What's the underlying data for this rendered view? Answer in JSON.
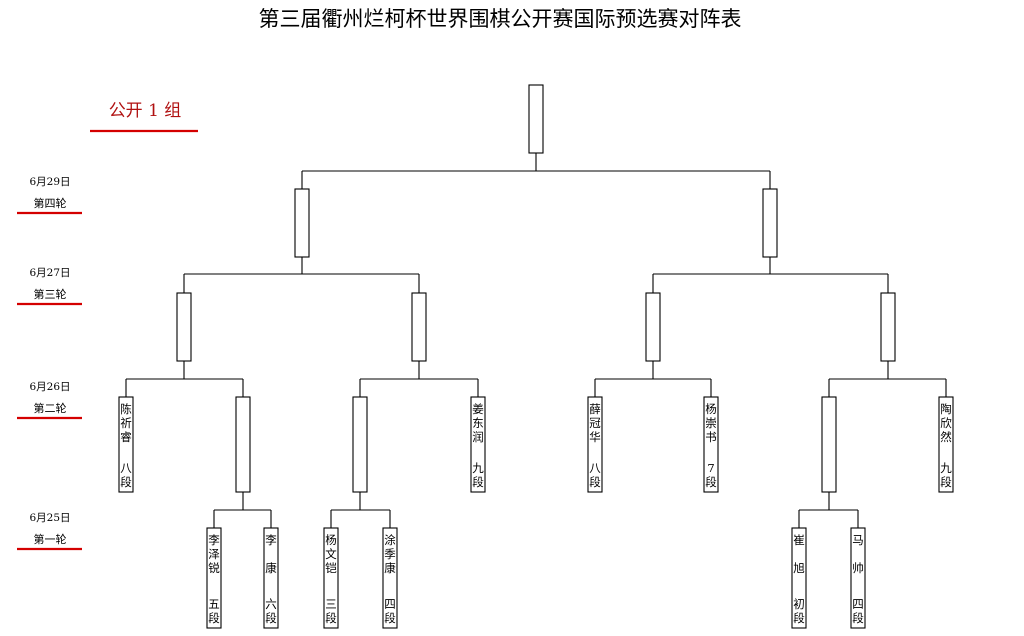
{
  "title": "第三届衢州烂柯杯世界围棋公开赛国际预选赛对阵表",
  "group_label": "公开 1 组",
  "rounds": [
    {
      "date": "6月29日",
      "label": "第四轮"
    },
    {
      "date": "6月27日",
      "label": "第三轮"
    },
    {
      "date": "6月26日",
      "label": "第二轮"
    },
    {
      "date": "6月25日",
      "label": "第一轮"
    }
  ],
  "players": [
    {
      "name": "陈祈睿",
      "rank": "八段"
    },
    {
      "name": "姜东润",
      "rank": "九段"
    },
    {
      "name": "薛冠华",
      "rank": "八段"
    },
    {
      "name": "杨崇书",
      "rank": "7段"
    },
    {
      "name": "陶欣然",
      "rank": "九段"
    },
    {
      "name": "李泽锐",
      "rank": "五段"
    },
    {
      "name": "李康",
      "rank": "六段"
    },
    {
      "name": "杨文铠",
      "rank": "三段"
    },
    {
      "name": "涂季康",
      "rank": "四段"
    },
    {
      "name": "崔旭",
      "rank": "初段"
    },
    {
      "name": "马帅",
      "rank": "四段"
    }
  ]
}
